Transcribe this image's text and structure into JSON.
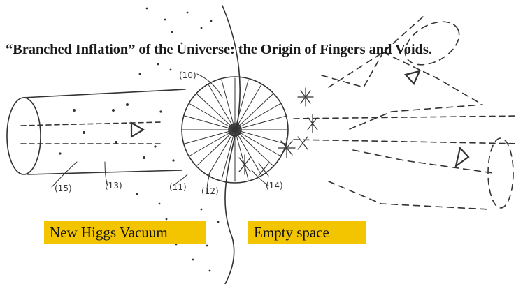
{
  "diagram": {
    "title": "“Branched Inflation” of the Universe: the Origin of Fingers and Voids.",
    "labels": {
      "higgs": "New Higgs Vacuum",
      "empty": "Empty space"
    },
    "markers": [
      "(10)",
      "(11)",
      "(12)",
      "(13)",
      "(14)",
      "(15)"
    ],
    "colors": {
      "highlight": "#f2c500",
      "ink": "#333333"
    }
  }
}
